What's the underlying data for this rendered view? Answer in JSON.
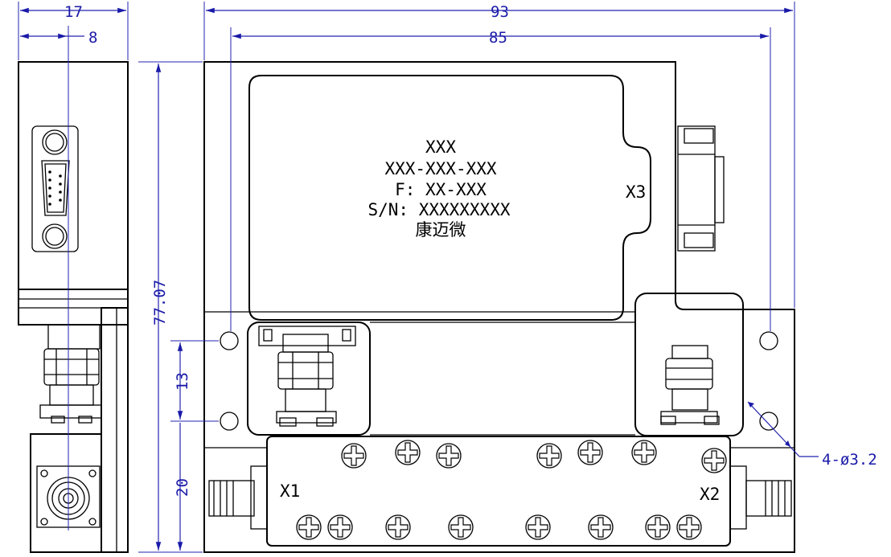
{
  "dimensions": {
    "width_total": "17",
    "width_offset": "8",
    "length_total": "93",
    "length_holes": "85",
    "height_total": "77.07",
    "hole_spacing": "13",
    "lower_height": "20",
    "holes": "4-ø3.2"
  },
  "label": {
    "line1": "XXX",
    "line2": "XXX-XXX-XXX",
    "line3": "F: XX-XXX",
    "line4": "S/N: XXXXXXXXX",
    "line5": "康迈微"
  },
  "ports": {
    "x1": "X1",
    "x2": "X2",
    "x3": "X3"
  },
  "colors": {
    "dimension": "#1a1aa8",
    "outline": "#000000"
  }
}
